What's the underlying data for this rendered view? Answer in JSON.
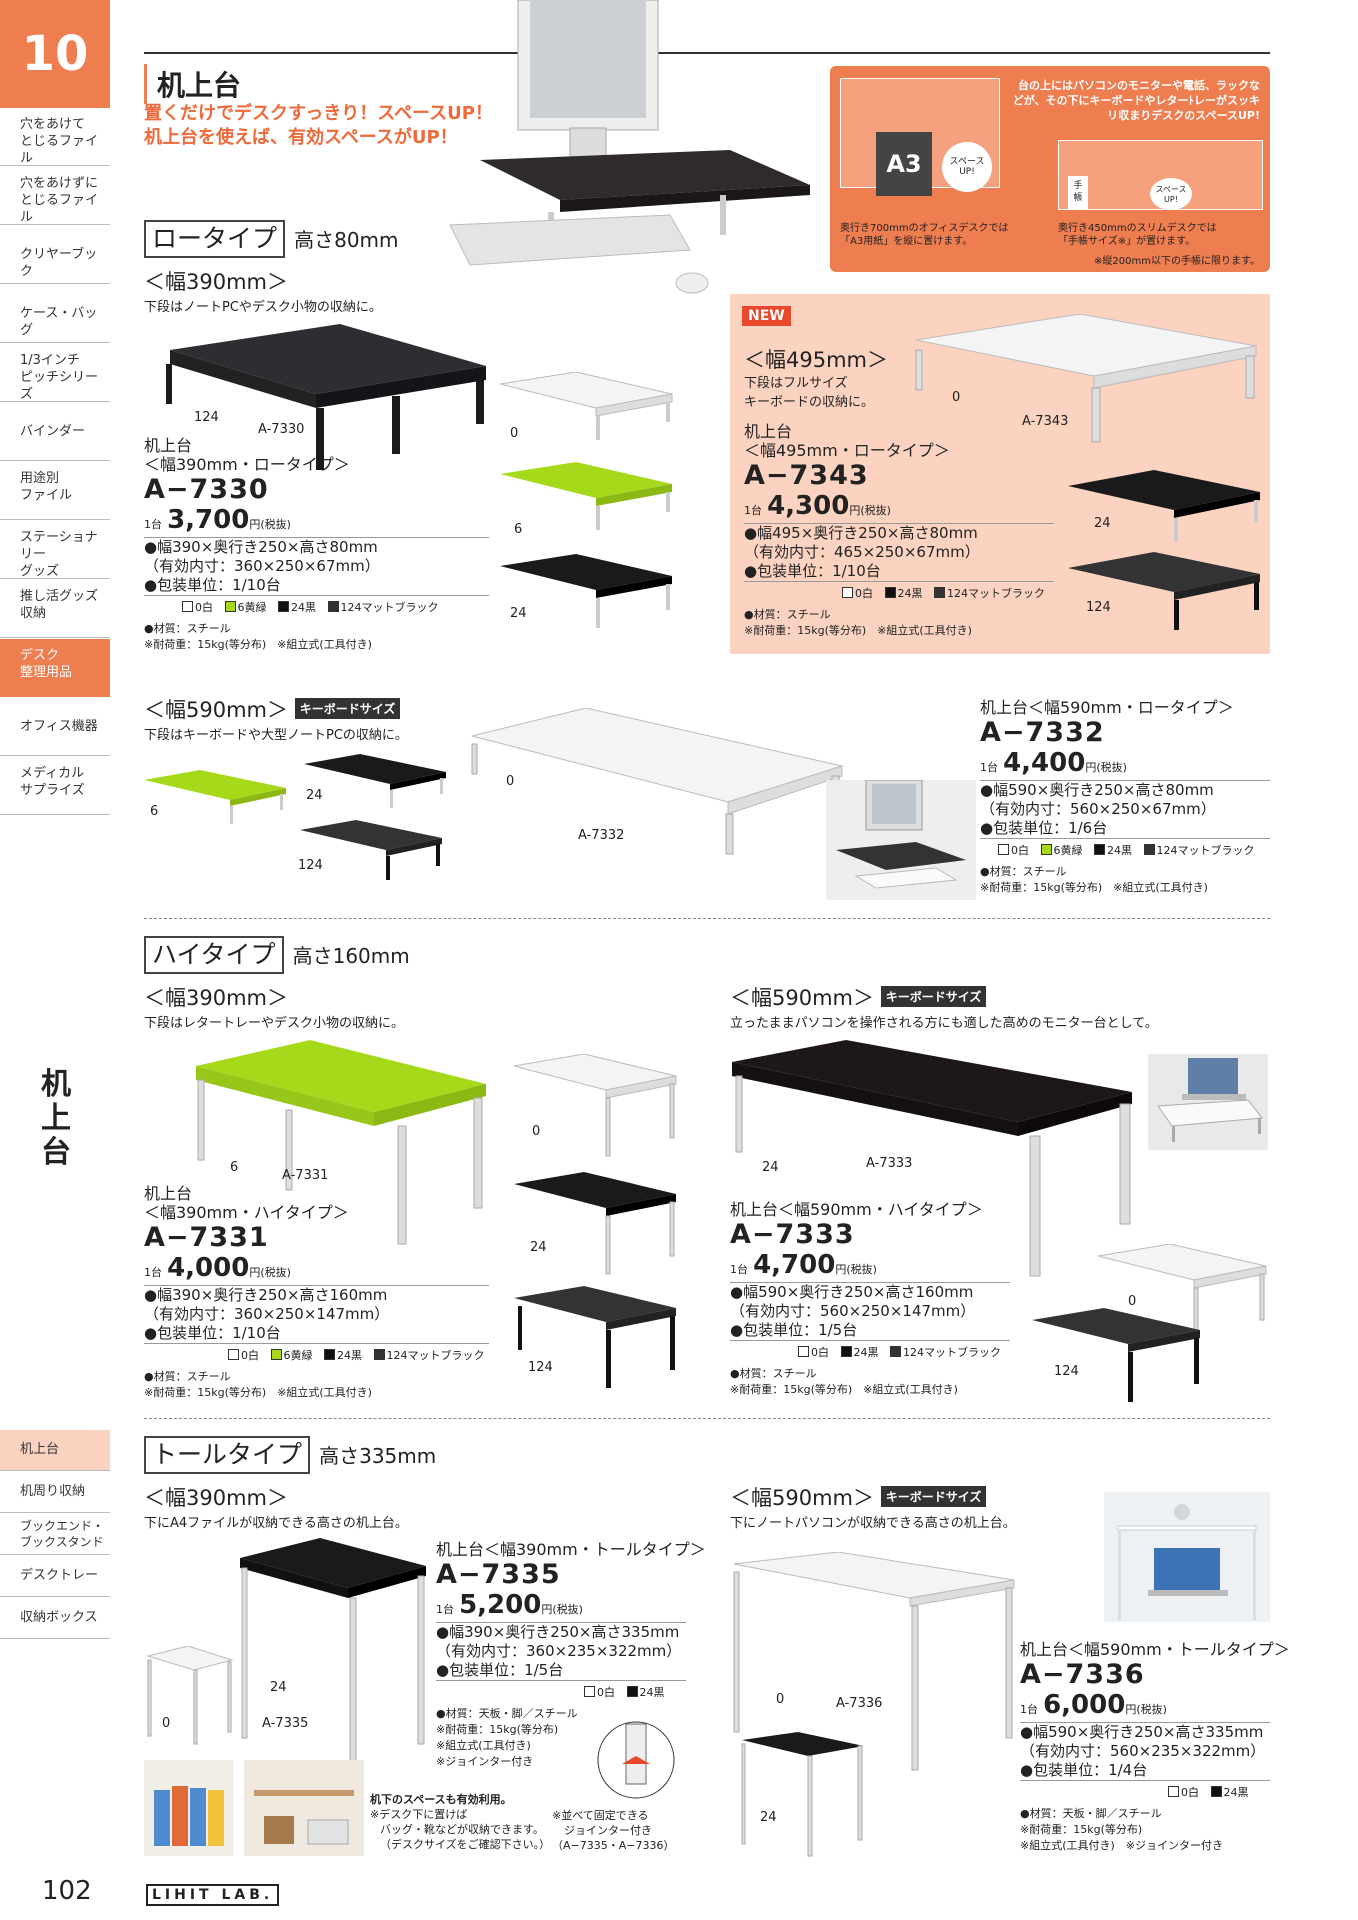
{
  "colors": {
    "accent": "#ee7d50",
    "white": "#f4f4f4",
    "yellow": "#a6d91a",
    "black": "#1a1a1a",
    "mat": "#333333"
  },
  "sidebar": {
    "chapter": "10",
    "items": [
      "穴をあけて\nとじるファイル",
      "穴をあけずに\nとじるファイル",
      "クリヤーブック",
      "ケース・バッグ",
      "1/3インチ\nピッチシリーズ",
      "バインダー",
      "用途別\nファイル",
      "ステーショナリー\nグッズ",
      "推し活グッズ\n収納",
      "デスク\n整理用品",
      "オフィス機器",
      "メディカル\nサプライズ"
    ],
    "title": "机\n上\n台",
    "bottom": [
      "机上台",
      "机周り収納",
      "ブックエンド・\nブックスタンド",
      "デスクトレー",
      "収納ボックス"
    ]
  },
  "header": {
    "title": "机上台",
    "catch1": "置くだけでデスクすっきり！スペースUP！",
    "catch2": "机上台を使えば、有効スペースがUP！"
  },
  "info_box": {
    "text": "台の上にはパソコンのモニターや電話、ラックなどが、その下にキーボードやレターﾄレーがスッキリ収まりデスクのスペースUP!",
    "a3": "A3",
    "spaceup": "スペース\nUP!",
    "note_left": "奥行き700mmのオフィスデスクでは\n「A3用紙」を縦に置けます。",
    "techo": "手\n帳",
    "note_right": "奥行き450mmのスリムデスクでは\n「手帳サイズ※」が置けます。",
    "note_right2": "※縦200mm以下の手帳に限ります。"
  },
  "low": {
    "label": "ロータイプ",
    "height": "高さ80mm",
    "w390": {
      "size": "＜幅390mm＞",
      "desc": "下段はノートPCやデスク小物の収納に。",
      "img_num": "124",
      "img_code": "A-7330",
      "name1": "机上台",
      "name2": "＜幅390mm・ロータイプ＞",
      "code": "A−7330",
      "unit": "1台",
      "price": "3,700",
      "tax": "円(税抜)",
      "spec1": "●幅390×奥行き250×高さ80mm",
      "spec2": "（有効内寸：360×250×67mm）",
      "spec3": "●包装単位：1/10台",
      "c0": "0白",
      "c6": "6黄緑",
      "c24": "24黒",
      "c124": "124マットブラック",
      "mat": "●材質：スチール",
      "note": "※耐荷重：15kg(等分布)　※組立式(工具付き)",
      "v0": "0",
      "v6": "6",
      "v24": "24"
    },
    "w495": {
      "new": "NEW",
      "size": "＜幅495mm＞",
      "desc1": "下段はフルサイズ",
      "desc2": "キーボードの収納に。",
      "img_num": "0",
      "img_code": "A-7343",
      "name1": "机上台",
      "name2": "＜幅495mm・ロータイプ＞",
      "code": "A−7343",
      "unit": "1台",
      "price": "4,300",
      "tax": "円(税抜)",
      "spec1": "●幅495×奥行き250×高さ80mm",
      "spec2": "（有効内寸：465×250×67mm）",
      "spec3": "●包装単位：1/10台",
      "c0": "0白",
      "c24": "24黒",
      "c124": "124マットブラック",
      "mat": "●材質：スチール",
      "note": "※耐荷重：15kg(等分布)　※組立式(工具付き)",
      "v24": "24",
      "v124": "124"
    },
    "w590": {
      "size": "＜幅590mm＞",
      "kb": "キーボードサイズ",
      "desc": "下段はキーボードや大型ノートPCの収納に。",
      "img_num": "0",
      "img_code": "A-7332",
      "name": "机上台＜幅590mm・ロータイプ＞",
      "code": "A−7332",
      "unit": "1台",
      "price": "4,400",
      "tax": "円(税抜)",
      "spec1": "●幅590×奥行き250×高さ80mm",
      "spec2": "（有効内寸：560×250×67mm）",
      "spec3": "●包装単位：1/6台",
      "c0": "0白",
      "c6": "6黄緑",
      "c24": "24黒",
      "c124": "124マットブラック",
      "mat": "●材質：スチール",
      "note": "※耐荷重：15kg(等分布)　※組立式(工具付き)",
      "v6": "6",
      "v24": "24",
      "v124": "124"
    }
  },
  "high": {
    "label": "ハイタイプ",
    "height": "高さ160mm",
    "w390": {
      "size": "＜幅390mm＞",
      "desc": "下段はレタートレーやデスク小物の収納に。",
      "img_num": "6",
      "img_code": "A-7331",
      "name1": "机上台",
      "name2": "＜幅390mm・ハイタイプ＞",
      "code": "A−7331",
      "unit": "1台",
      "price": "4,000",
      "tax": "円(税抜)",
      "spec1": "●幅390×奥行き250×高さ160mm",
      "spec2": "（有効内寸：360×250×147mm）",
      "spec3": "●包装単位：1/10台",
      "c0": "0白",
      "c6": "6黄緑",
      "c24": "24黒",
      "c124": "124マットブラック",
      "mat": "●材質：スチール",
      "note": "※耐荷重：15kg(等分布)　※組立式(工具付き)",
      "v0": "0",
      "v24": "24",
      "v124": "124"
    },
    "w590": {
      "size": "＜幅590mm＞",
      "kb": "キーボードサイズ",
      "desc": "立ったままパソコンを操作される方にも適した高めのモニター台として。",
      "img_num": "24",
      "img_code": "A-7333",
      "name": "机上台＜幅590mm・ハイタイプ＞",
      "code": "A−7333",
      "unit": "1台",
      "price": "4,700",
      "tax": "円(税抜)",
      "spec1": "●幅590×奥行き250×高さ160mm",
      "spec2": "（有効内寸：560×250×147mm）",
      "spec3": "●包装単位：1/5台",
      "c0": "0白",
      "c24": "24黒",
      "c124": "124マットブラック",
      "mat": "●材質：スチール",
      "note": "※耐荷重：15kg(等分布)　※組立式(工具付き)",
      "v0": "0",
      "v124": "124"
    }
  },
  "tall": {
    "label": "トールタイプ",
    "height": "高さ335mm",
    "w390": {
      "size": "＜幅390mm＞",
      "desc": "下にA4ファイルが収納できる高さの机上台。",
      "img_num": "24",
      "img_code": "A-7335",
      "v0": "0",
      "name": "机上台＜幅390mm・トールタイプ＞",
      "code": "A−7335",
      "unit": "1台",
      "price": "5,200",
      "tax": "円(税抜)",
      "spec1": "●幅390×奥行き250×高さ335mm",
      "spec2": "（有効内寸：360×235×322mm）",
      "spec3": "●包装単位：1/5台",
      "c0": "0白",
      "c24": "24黒",
      "mat": "●材質：天板・脚／スチール",
      "note1": "※耐荷重：15kg(等分布)",
      "note2": "※組立式(工具付き)",
      "note3": "※ジョインター付き",
      "under1": "机下のスペースも有効利用。",
      "under2": "※デスク下に置けば",
      "under3": "バッグ・靴などが収納できます。",
      "under4": "（デスクサイズをご確認下さい。）",
      "joint1": "※並べて固定できる",
      "joint2": "ジョインター付き",
      "joint3": "（A−7335・A−7336）"
    },
    "w590": {
      "size": "＜幅590mm＞",
      "kb": "キーボードサイズ",
      "desc": "下にノートパソコンが収納できる高さの机上台。",
      "img_num": "0",
      "img_code": "A-7336",
      "v24": "24",
      "name": "机上台＜幅590mm・トールタイプ＞",
      "code": "A−7336",
      "unit": "1台",
      "price": "6,000",
      "tax": "円(税抜)",
      "spec1": "●幅590×奥行き250×高さ335mm",
      "spec2": "（有効内寸：560×235×322mm）",
      "spec3": "●包装単位：1/4台",
      "c0": "0白",
      "c24": "24黒",
      "mat": "●材質：天板・脚／スチール",
      "note1": "※耐荷重：15kg(等分布)",
      "note2": "※組立式(工具付き)　※ジョインター付き"
    }
  },
  "footer": {
    "page": "102",
    "brand": "LIHIT LAB."
  }
}
